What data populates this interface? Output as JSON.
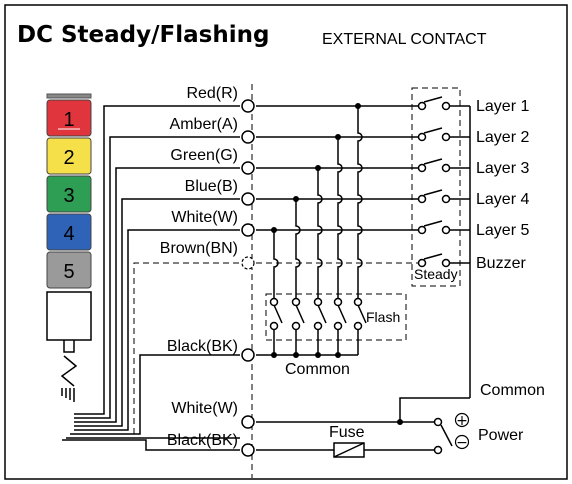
{
  "title": "DC Steady/Flashing",
  "subtitle": "EXTERNAL CONTACT",
  "tower": {
    "tiers": [
      {
        "label": "1",
        "color": "#e0353d"
      },
      {
        "label": "2",
        "color": "#f6e04a"
      },
      {
        "label": "3",
        "color": "#2e9e55"
      },
      {
        "label": "4",
        "color": "#2f63b8"
      },
      {
        "label": "5",
        "color": "#9a9a9a"
      }
    ]
  },
  "wires": {
    "red": "Red(R)",
    "amber": "Amber(A)",
    "green": "Green(G)",
    "blue": "Blue(B)",
    "white": "White(W)",
    "brown": "Brown(BN)",
    "black": "Black(BK)",
    "power_white": "White(W)",
    "power_black": "Black(BK)"
  },
  "outputs": {
    "layer1": "Layer 1",
    "layer2": "Layer 2",
    "layer3": "Layer 3",
    "layer4": "Layer 4",
    "layer5": "Layer 5",
    "buzzer": "Buzzer"
  },
  "labels": {
    "steady": "Steady",
    "flash": "Flash",
    "common_bus": "Common",
    "common_right": "Common",
    "fuse": "Fuse",
    "power": "Power",
    "plus": "+",
    "minus": "−"
  }
}
